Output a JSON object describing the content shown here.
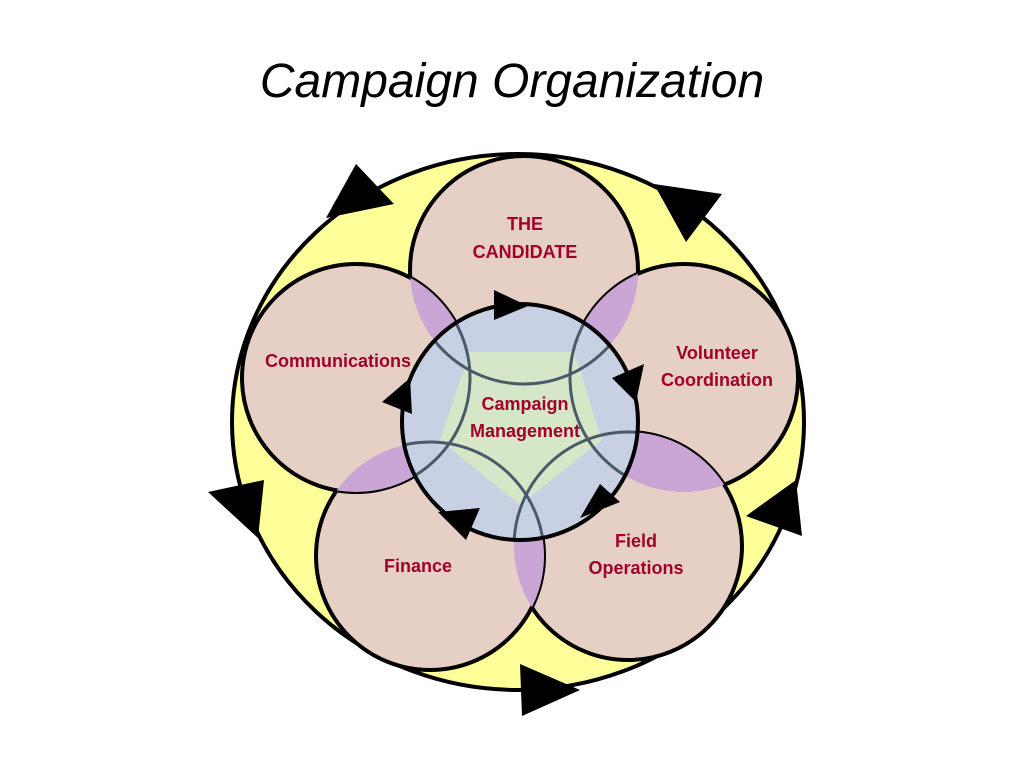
{
  "title": "Campaign Organization",
  "colors": {
    "outer_fill": "#ffff99",
    "circle_fill": "#e6cfc4",
    "center_fill": "#c8d0e3",
    "center_core": "#d6e7c8",
    "overlap_fill": "#c9a6d6",
    "label_color": "#a0002a",
    "stroke": "#000000"
  },
  "nodes": {
    "candidate": {
      "line1": "THE",
      "line2": "CANDIDATE"
    },
    "volunteer": {
      "line1": "Volunteer",
      "line2": "Coordination"
    },
    "field": {
      "line1": "Field",
      "line2": "Operations"
    },
    "finance": {
      "label": "Finance"
    },
    "communications": {
      "label": "Communications"
    },
    "center": {
      "line1": "Campaign",
      "line2": "Management"
    }
  },
  "icons": {
    "flow_arrow": "black-triangle-arrow-icon"
  }
}
